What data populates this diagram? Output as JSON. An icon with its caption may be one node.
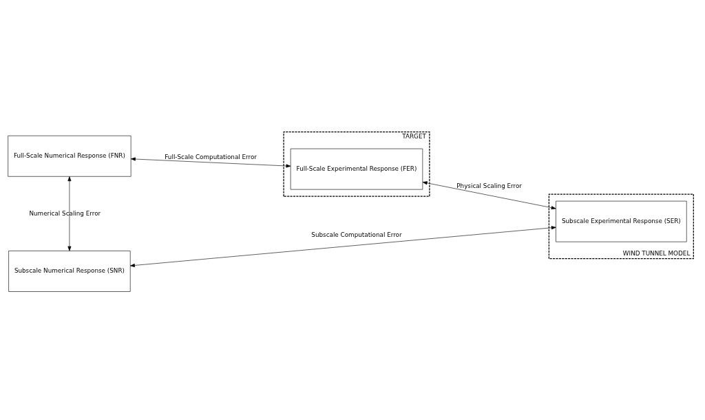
{
  "diagram": {
    "nodes": [
      {
        "text": [
          "Full-Scale Numerical Response (FNR)"
        ]
      },
      {
        "text": [
          "TARGET"
        ]
      },
      {
        "text": [
          "Full-Scale Experimental Response (FER)"
        ],
        "in": 1
      },
      {
        "text": [
          "Subscale Numerical Response (SNR)"
        ]
      },
      {
        "text": [
          "WIND TUNNEL MODEL"
        ]
      },
      {
        "text": [
          "Subscale Experimental Response (SER)"
        ],
        "in": 4
      }
    ],
    "edges": [
      {
        "from": 0,
        "to": 2,
        "arrow": "both",
        "label": "Full-Scale Computational Error"
      },
      {
        "from": 0,
        "to": 3,
        "arrow": "both",
        "label": "Numerical Scaling Error"
      },
      {
        "from": 2,
        "to": 5,
        "arrow": "both",
        "label": "Physical Scaling Error"
      },
      {
        "from": 3,
        "to": 5,
        "arrow": "both",
        "label": "Subscale Computational Error"
      }
    ]
  }
}
